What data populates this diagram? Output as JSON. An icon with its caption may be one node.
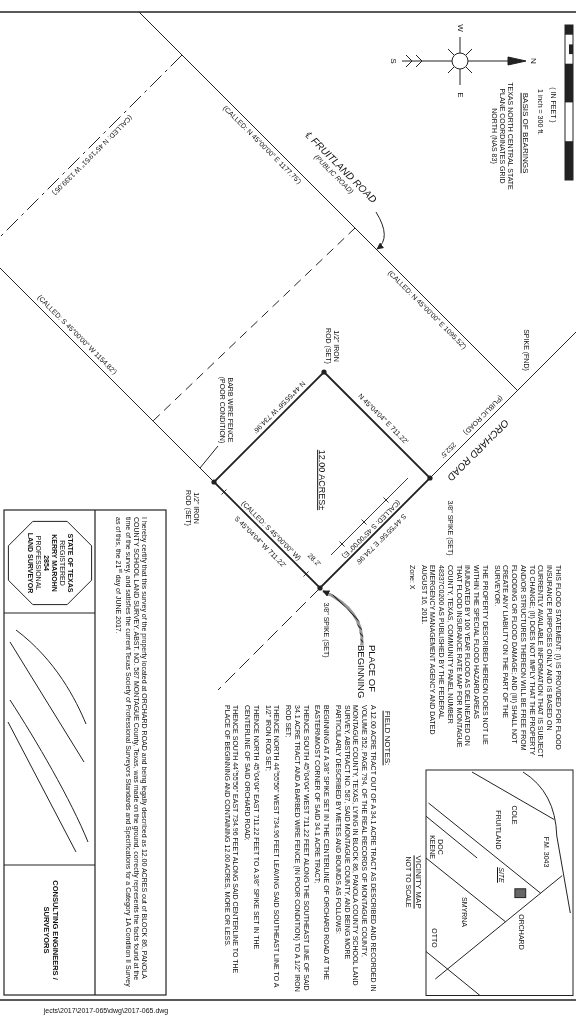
{
  "diagram": {
    "nodes": [
      {
        "text": [
          "BARB WIRE FENCE (POOR CONDITION)"
        ]
      },
      {
        "text": [
          "PLACE OF BEGINNING"
        ]
      },
      {
        "text": [
          "℄ FRUITLAND ROAD",
          "(PUBLIC ROAD)"
        ]
      },
      {
        "text": [],
        "shape": "circle"
      }
    ],
    "edges": [
      {
        "from": 0,
        "to": null,
        "arrow": "none"
      },
      {
        "from": 1,
        "to": 3,
        "arrow": "to",
        "style": "thick"
      },
      {
        "from": 2,
        "to": null,
        "arrow": "to"
      }
    ],
    "labels": [
      "( IN FEET )",
      "1 inch = 300 ft.",
      "BASIS OF BEARINGS",
      "TEXAS NORTH CENTRAL STATE PLANE COORDINATES GRID NORTH (NAS 83)",
      "W",
      "N",
      "S",
      "E",
      "(CALLED: N 45°19'51\" W 1339.05')",
      "(CALLED: N 45°00'00\" E 1177.75')",
      "(CALLED: N 45°00'00\" E 1095.52')",
      "(CALLED: S 45°00'00\" W 1154.82')",
      "SPIKE (FND)",
      "ORCHARD ROAD",
      "(PUBLIC ROAD)",
      "252.5'",
      "1/2\" IRON ROD (SET)",
      "N 45°04'04\" E 711.22'",
      "12.00 ACRES±",
      "3/8\" SPIKE (SET)",
      "S 44°55'56\" E 734.96'",
      "(CALLED: S 45°00'00\" E)",
      "28.2'",
      "3/8\" SPIKE (SET)",
      "S 45°04'04\" W 711.22'",
      "(CALLED: S 45°00'00\" W)",
      "N 44°55'56\" W 734.96'",
      "1/2\" IRON ROD (SET)",
      "FIELD NOTES:",
      "A 12.00 ACRE TRACT OUT OF A 34.1 ACRE TRACT AS DESCRIBED AND RECORDED IN VOLUME 352, PAGE 794, OF THE REAL RECORDS OF MONTAGUE COUNTY, MONTAGUE COUNTY, TEXAS, LYING IN BLOCK 86, PANOLA COUNTY SCHOOL LAND SURVEY, ABSTRACT NO. 587, SAID MONTAGUE COUNTY, AND BEING MORE PARTICULARLY DESCRIBED BY METES AND BOUNDS AS FOLLOWS:",
      "BEGINNING AT A 3/8\" SPIKE SET IN THE CENTERLINE OF ORCHARD ROAD AT THE EASTERNMOST CORNER OF SAID 34.1 ACRE TRACT;",
      "THENCE SOUTH 45°04'04\" WEST 711.22 FEET ALONG THE SOUTHEAST LINE OF SAID 34.1 ACRE TRACT AND A BARBED WIRE FENCE (IN POOR CONDITION) TO A 1/2\" IRON ROD SET;",
      "THENCE NORTH 44°55'56\" WEST 734.96 FEET LEAVING SAID SOUTHEAST LINE TO A 1/2\" IRON ROD SET;",
      "THENCE NORTH 45°04'04\" EAST 711.22 FEET TO A 3/8\" SPIKE SET IN THE CENTERLINE OF SAID ORCHARD ROAD;",
      "THENCE SOUTH 44°55'56\" EAST 734.96 FEET ALONG SAID CENTERLINE TO THE PLACE OF BEGINNING AND CONTAINING 12.00 ACRES, MORE OR LESS.",
      "THIS FLOOD STATEMENT: (I) IS PROVIDED FOR FLOOD INSURANCE PURPOSES ONLY AND IS BASED ON CURRENTLY AVAILABLE INFORMATION THAT IS SUBJECT TO CHANGE; (II) DOES NOT IMPLY THAT THE PROPERTY AND/OR STRUCTURES THEREON WILL BE FREE FROM FLOODING OR FLOOD DAMAGE; AND (III) SHALL NOT CREATE ANY LIABILITY ON THE PART OF THE SURVEYOR.",
      "THE PROPERTY DESCRIBED HEREON DOES NOT LIE WITHIN THE SPECIAL FLOOD HAZARD AREAS INUNDATED BY 100 YEAR FLOOD AS DELINEATED ON THAT FLOOD INSURANCE RATE MAP FOR MONTAGUE COUNTY, TEXAS, COMMUNITY PANEL NUMBER 48337C0200 AS PUBLISHED BY THE FEDERAL EMERGENCY MANAGEMENT AGENCY AND DATED AUGUST 16, 2011.",
      "Zone: X",
      "COLE",
      "F.M. 3043",
      "ORCHARD",
      "FRUITLAND",
      "DOC KEENE",
      "SMYRNA",
      "SITE",
      "OTTO",
      "VICINITY MAP",
      "NOT TO SCALE",
      "STATE OF TEXAS",
      "REGISTERED",
      "KERRY MAROHN",
      "2854",
      "PROFESSIONAL",
      "LAND SURVEYOR",
      "I hereby certify that this survey of the property located at ORCHARD ROAD and being legally described as 12.00 ACRES out of BLOCK 86, PANOLA COUNTY SCHOOL LAND SURVEY, ABST. NO. 587 MONTAGUE County, Texas, was made on the ground, correctly represents the facts found at the time of the survey, and satisfies the current Texas Society of Professional Surveyors Standards and Specifications for a Category 1A Condition II Survey as of this, the 21$^{st}$ day of JUNE 2017.",
      "CONSULTING ENGINEERS / SURVEYORS",
      "jects\\2017\\2017-065\\dwg\\2017-065.dwg"
    ]
  }
}
